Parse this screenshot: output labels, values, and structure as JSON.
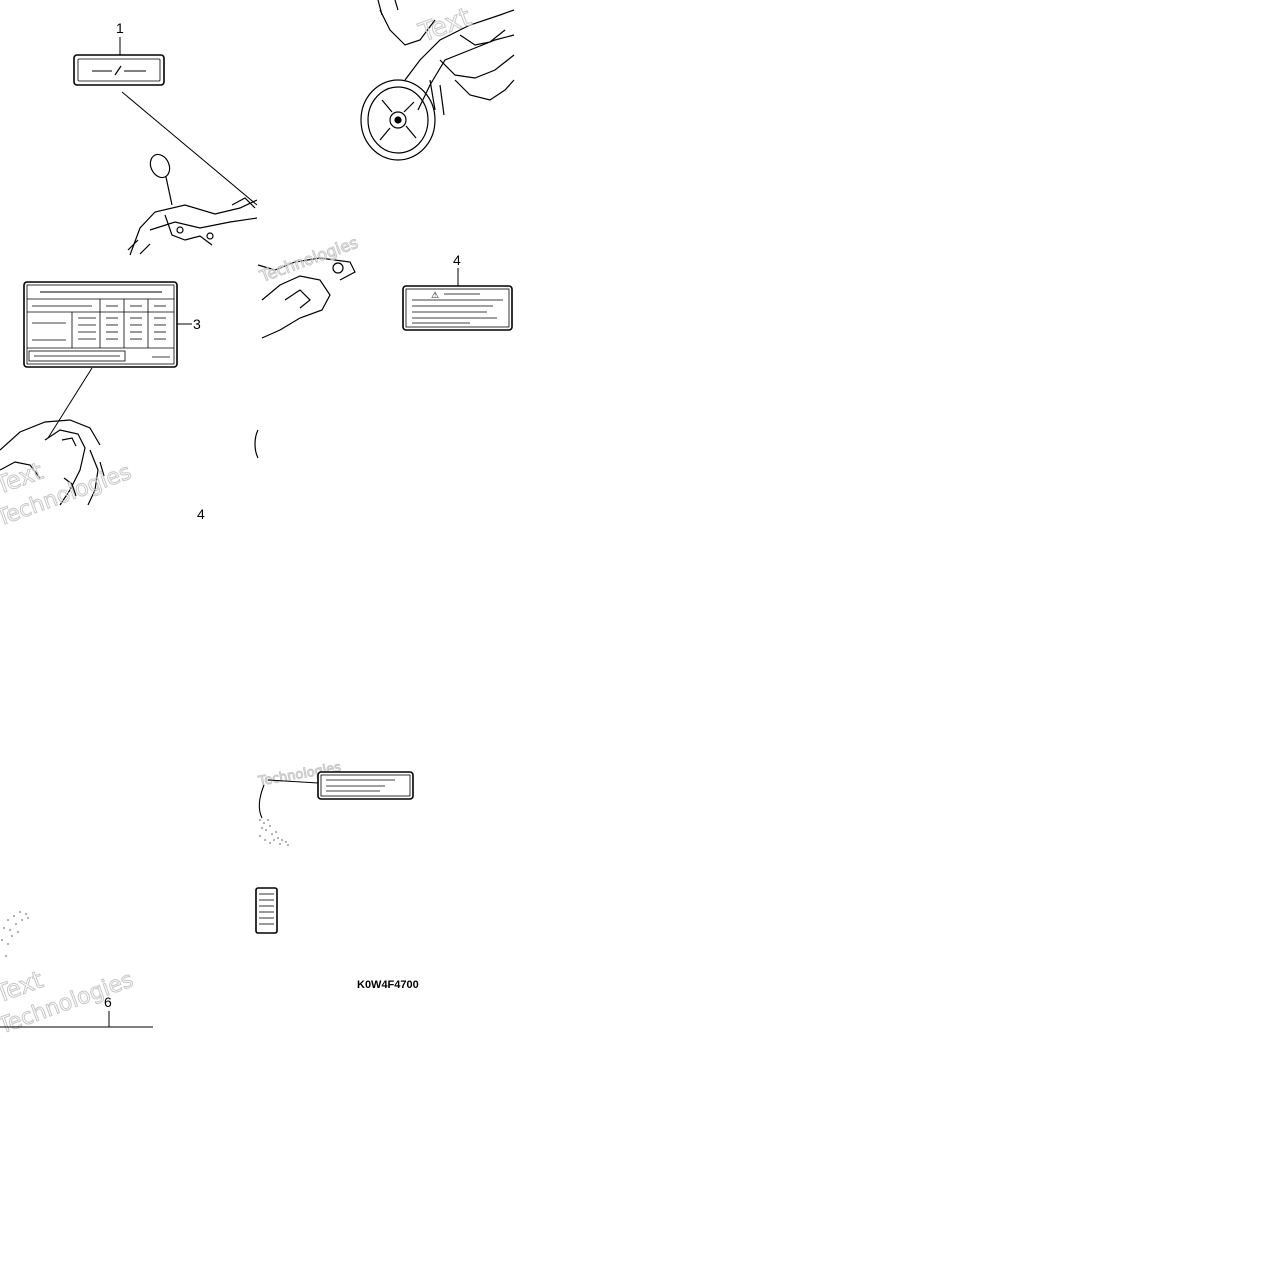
{
  "diagram": {
    "part_code": "K0W4F4700",
    "callouts": [
      {
        "number": "1",
        "part": "label-1"
      },
      {
        "number": "3",
        "part": "label-3"
      },
      {
        "number": "4",
        "part": "label-4"
      },
      {
        "number": "4",
        "part": "label-4-partial"
      },
      {
        "number": "6",
        "part": "label-6"
      }
    ],
    "watermark": {
      "line1": "Text",
      "line2": "Technologies"
    },
    "warning_symbol": "⚠"
  }
}
